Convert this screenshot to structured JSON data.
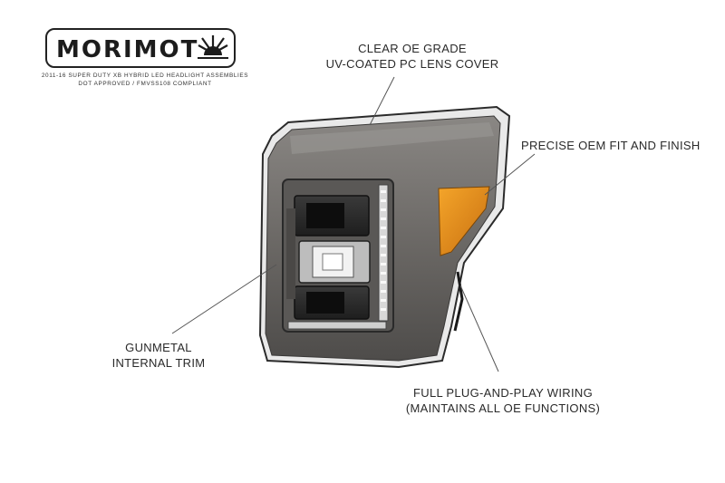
{
  "logo": {
    "brand": "MORIMOTO",
    "icon": "rising-sun-icon"
  },
  "subtitle": {
    "line1": "2011-16 SUPER DUTY XB HYBRID LED HEADLIGHT ASSEMBLIES",
    "line2": "DOT APPROVED / FMVSS108 COMPLIANT"
  },
  "callouts": {
    "lens": {
      "line1": "CLEAR OE GRADE",
      "line2": "UV-COATED PC LENS COVER"
    },
    "fit": {
      "line1": "PRECISE OEM FIT AND FINISH"
    },
    "trim": {
      "line1": "GUNMETAL",
      "line2": "INTERNAL TRIM"
    },
    "wiring": {
      "line1": "FULL PLUG-AND-PLAY WIRING",
      "line2": "(MAINTAINS ALL OE FUNCTIONS)"
    }
  },
  "colors": {
    "housing": "#6f6c69",
    "amber": "#e08a1a",
    "background": "#ffffff"
  }
}
